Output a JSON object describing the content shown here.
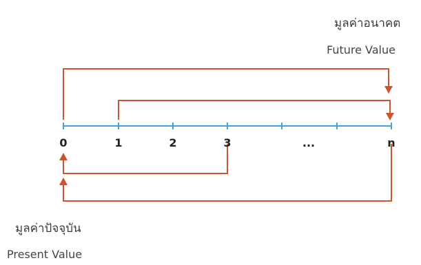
{
  "future_value": {
    "thai_label": "มูลค่าอนาคต",
    "english_label": "Future Value"
  },
  "present_value": {
    "thai_label": "มูลค่าปัจจุบัน",
    "english_label": "Present Value"
  },
  "timeline": {
    "tick_labels": [
      "0",
      "1",
      "2",
      "3",
      "...",
      "n"
    ]
  },
  "colors": {
    "timeline": "#4a9fd8",
    "arrows": "#c8552f"
  }
}
